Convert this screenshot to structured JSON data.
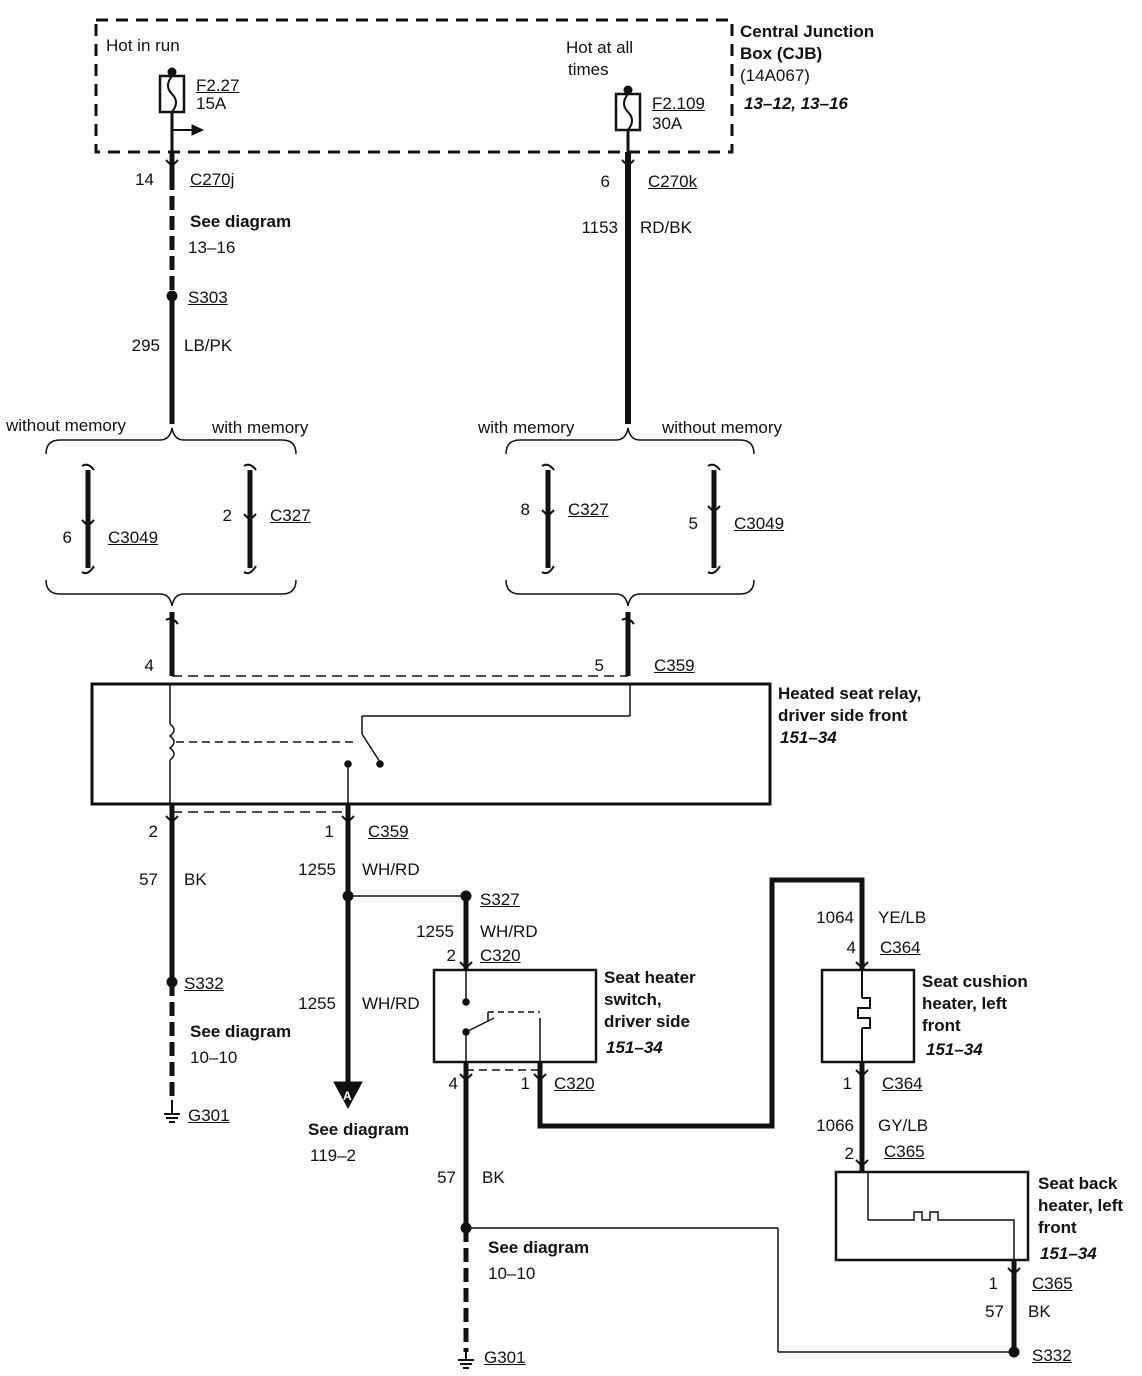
{
  "cjb": {
    "hot_in_run": "Hot in run",
    "hot_at_all_1": "Hot at all",
    "hot_at_all_2": "times",
    "fuse1_id": "F2.27",
    "fuse1_amp": "15A",
    "fuse2_id": "F2.109",
    "fuse2_amp": "30A",
    "title_1": "Central Junction",
    "title_2": "Box (CJB)",
    "title_3": "(14A067)",
    "ref": "13–12, 13–16"
  },
  "left_feed": {
    "pin": "14",
    "connector": "C270j",
    "see_1": "See diagram",
    "see_2": "13–16",
    "splice": "S303",
    "circuit": "295",
    "color": "LB/PK"
  },
  "right_feed": {
    "pin": "6",
    "connector": "C270k",
    "circuit": "1153",
    "color": "RD/BK"
  },
  "options": {
    "without_memory": "without memory",
    "with_memory": "with memory"
  },
  "option_connectors": {
    "l_without_pin": "6",
    "l_without_conn": "C3049",
    "l_with_pin": "2",
    "l_with_conn": "C327",
    "r_with_pin": "8",
    "r_with_conn": "C327",
    "r_without_pin": "5",
    "r_without_conn": "C3049"
  },
  "relay": {
    "pin_top_left": "4",
    "pin_top_right": "5",
    "connector": "C359",
    "title_1": "Heated seat relay,",
    "title_2": "driver side front",
    "ref": "151–34",
    "pin_bot_left": "2",
    "pin_bot_right": "1",
    "connector_bottom": "C359"
  },
  "ground_left": {
    "circuit": "57",
    "color": "BK",
    "splice": "S332",
    "see_1": "See diagram",
    "see_2": "10–10",
    "ground": "G301"
  },
  "out_wire": {
    "circuit_a": "1255",
    "color_a": "WH/RD",
    "circuit_b": "1255",
    "color_b": "WH/RD",
    "arrow": "A",
    "see_1": "See diagram",
    "see_2": "119–2",
    "splice": "S327"
  },
  "switch": {
    "circuit": "1255",
    "color": "WH/RD",
    "pin_top": "2",
    "connector_top": "C320",
    "title_1": "Seat heater",
    "title_2": "switch,",
    "title_3": "driver side",
    "ref": "151–34",
    "pin_bot_left": "4",
    "pin_bot_right": "1",
    "connector_bottom": "C320"
  },
  "ground_mid": {
    "circuit": "57",
    "color": "BK",
    "see_1": "See diagram",
    "see_2": "10–10",
    "ground": "G301"
  },
  "cushion": {
    "circuit": "1064",
    "color": "YE/LB",
    "pin_top": "4",
    "connector_top": "C364",
    "title_1": "Seat cushion",
    "title_2": "heater, left",
    "title_3": "front",
    "ref": "151–34",
    "pin_bot": "1",
    "connector_bottom": "C364"
  },
  "back": {
    "circuit": "1066",
    "color": "GY/LB",
    "pin_top": "2",
    "connector_top": "C365",
    "title_1": "Seat back",
    "title_2": "heater, left",
    "title_3": "front",
    "ref": "151–34",
    "pin_bot": "1",
    "connector_bottom": "C365",
    "circuit_bot": "57",
    "color_bot": "BK",
    "splice": "S332"
  }
}
